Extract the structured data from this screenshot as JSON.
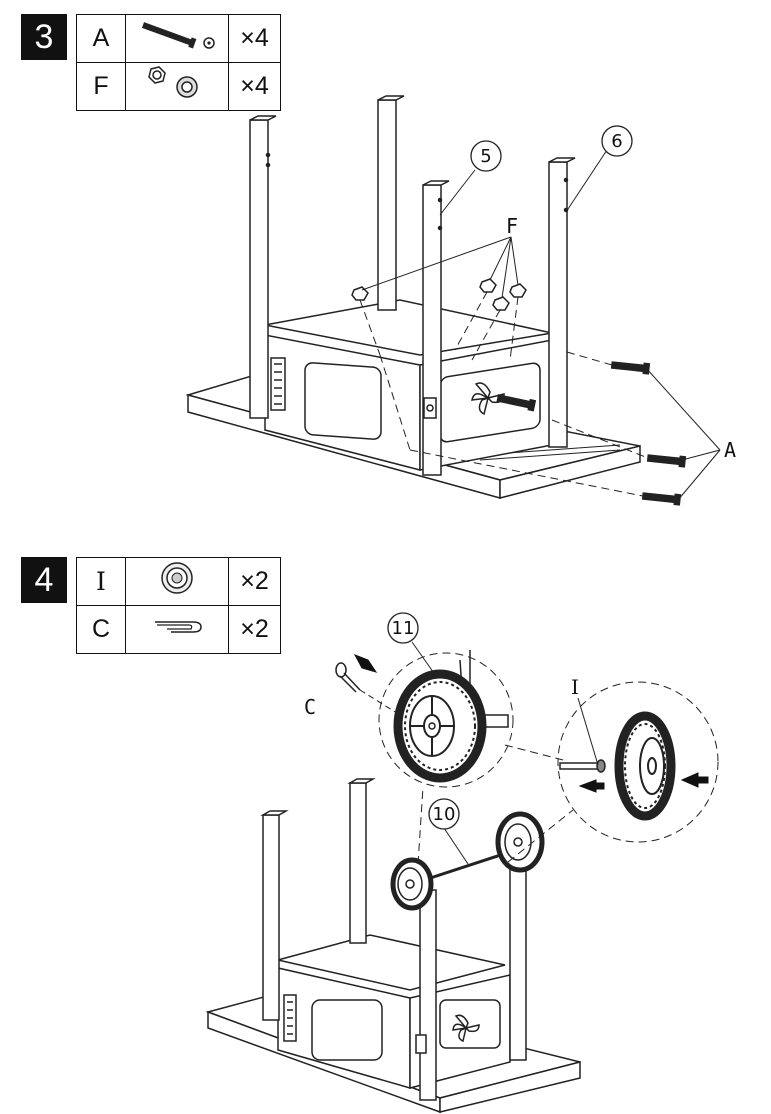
{
  "steps": [
    {
      "number": "3",
      "parts": [
        {
          "letter": "A",
          "icon": "bolt-with-washer-icon",
          "qty": "×4"
        },
        {
          "letter": "F",
          "icon": "nut-and-washer-icon",
          "qty": "×4"
        }
      ],
      "callouts": [
        "5",
        "6"
      ],
      "labels": [
        "F",
        "A"
      ]
    },
    {
      "number": "4",
      "parts": [
        {
          "letter": "I",
          "icon": "bushing-icon",
          "qty": "×2"
        },
        {
          "letter": "C",
          "icon": "cotter-pin-icon",
          "qty": "×2"
        }
      ],
      "callouts": [
        "11",
        "10"
      ],
      "labels": [
        "C",
        "I"
      ]
    }
  ]
}
